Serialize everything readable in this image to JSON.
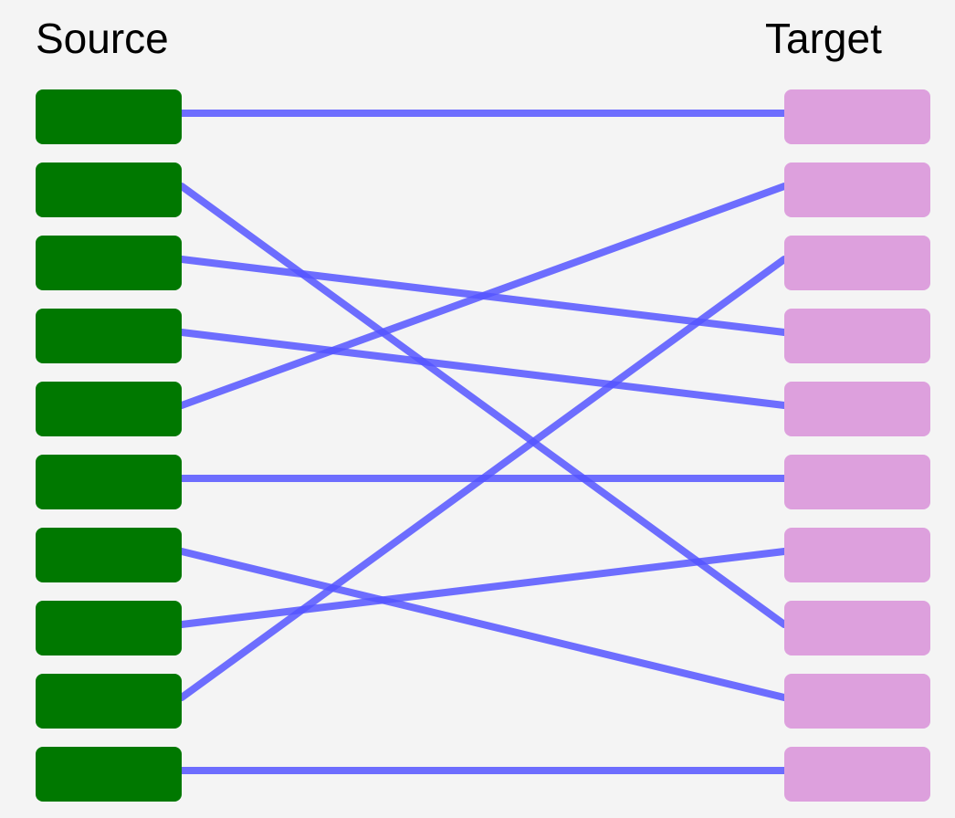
{
  "headings": {
    "source": "Source",
    "target": "Target"
  },
  "colors": {
    "background": "#f4f4f4",
    "source_box": "#007800",
    "target_box": "#dda0dd",
    "link": "#5555ff"
  },
  "source_count": 10,
  "target_count": 10,
  "links": [
    {
      "from": 1,
      "to": 1
    },
    {
      "from": 2,
      "to": 8
    },
    {
      "from": 3,
      "to": 4
    },
    {
      "from": 4,
      "to": 5
    },
    {
      "from": 5,
      "to": 2
    },
    {
      "from": 6,
      "to": 6
    },
    {
      "from": 7,
      "to": 9
    },
    {
      "from": 8,
      "to": 7
    },
    {
      "from": 9,
      "to": 3
    },
    {
      "from": 10,
      "to": 10
    }
  ]
}
